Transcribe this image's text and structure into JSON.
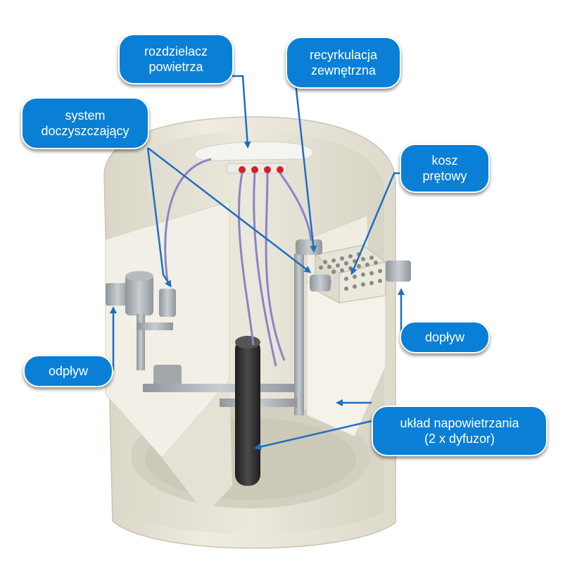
{
  "callouts": {
    "rozdzielacz": [
      "rozdzielacz",
      "powietrza"
    ],
    "recyrkulacja": [
      "recyrkulacja",
      "zewnętrzna"
    ],
    "system": [
      "system",
      "doczyszczający"
    ],
    "kosz": [
      "kosz",
      "prętowy"
    ],
    "doplyw": [
      "dopływ"
    ],
    "odplyw": [
      "odpływ"
    ],
    "uklad": [
      "układ napowietrzania",
      "(2 x dyfuzor)"
    ]
  },
  "colors": {
    "callout_fill": "#0a7fd6",
    "arrow": "#1f6fc0",
    "tank_shell": "#e9e6d8",
    "pipe": "#a9aeb3",
    "diffuser": "#333333",
    "hose": "#8d83c7"
  }
}
